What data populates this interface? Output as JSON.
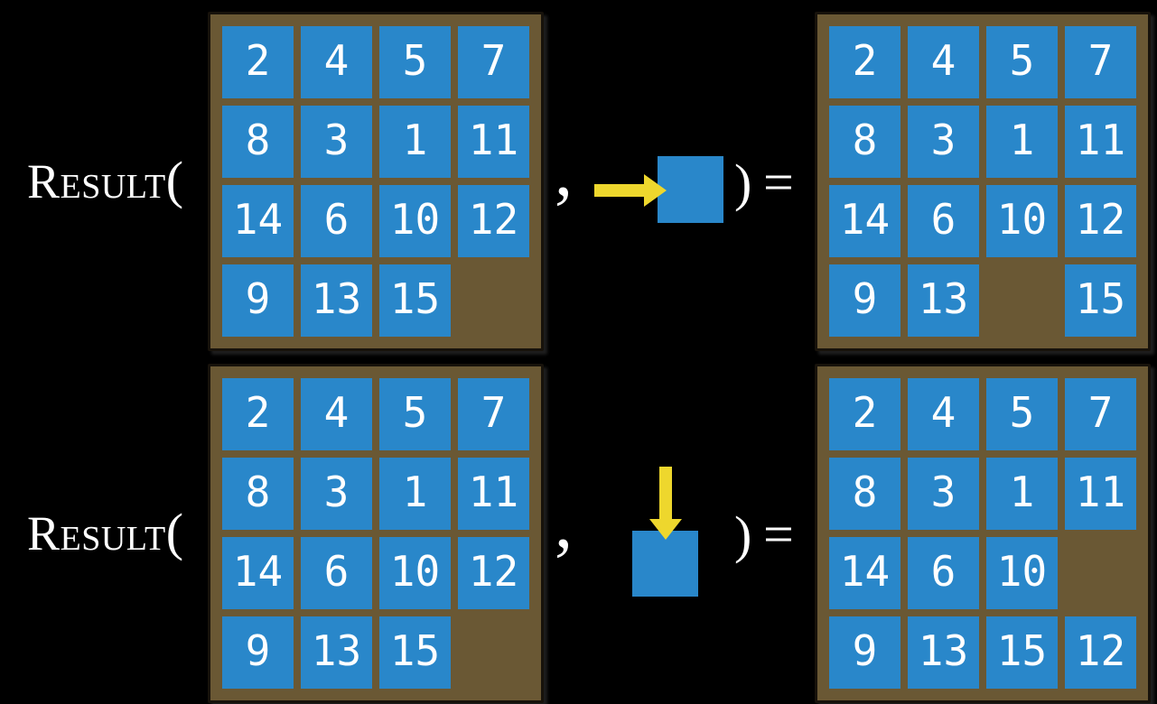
{
  "figure": {
    "description": "Two equations showing the Result function applied to a 15-puzzle board and a sliding move"
  },
  "colors": {
    "background": "#000000",
    "board_fill": "#6a5834",
    "board_border": "#17120b",
    "tile_fill": "#2987ca",
    "tile_text": "#ffffff",
    "arrow_fill": "#eed72d",
    "formula_text": "#ffffff"
  },
  "equations": [
    {
      "function_label": "Result",
      "open_paren": "(",
      "comma": ",",
      "action": {
        "icon": "arrow-right-icon",
        "direction": "right"
      },
      "close_paren": ")",
      "equals_sign": "=",
      "input_board": [
        [
          "2",
          "4",
          "5",
          "7"
        ],
        [
          "8",
          "3",
          "1",
          "11"
        ],
        [
          "14",
          "6",
          "10",
          "12"
        ],
        [
          "9",
          "13",
          "15",
          null
        ]
      ],
      "output_board": [
        [
          "2",
          "4",
          "5",
          "7"
        ],
        [
          "8",
          "3",
          "1",
          "11"
        ],
        [
          "14",
          "6",
          "10",
          "12"
        ],
        [
          "9",
          "13",
          null,
          "15"
        ]
      ]
    },
    {
      "function_label": "Result",
      "open_paren": "(",
      "comma": ",",
      "action": {
        "icon": "arrow-down-icon",
        "direction": "down"
      },
      "close_paren": ")",
      "equals_sign": "=",
      "input_board": [
        [
          "2",
          "4",
          "5",
          "7"
        ],
        [
          "8",
          "3",
          "1",
          "11"
        ],
        [
          "14",
          "6",
          "10",
          "12"
        ],
        [
          "9",
          "13",
          "15",
          null
        ]
      ],
      "output_board": [
        [
          "2",
          "4",
          "5",
          "7"
        ],
        [
          "8",
          "3",
          "1",
          "11"
        ],
        [
          "14",
          "6",
          "10",
          null
        ],
        [
          "9",
          "13",
          "15",
          "12"
        ]
      ]
    }
  ]
}
